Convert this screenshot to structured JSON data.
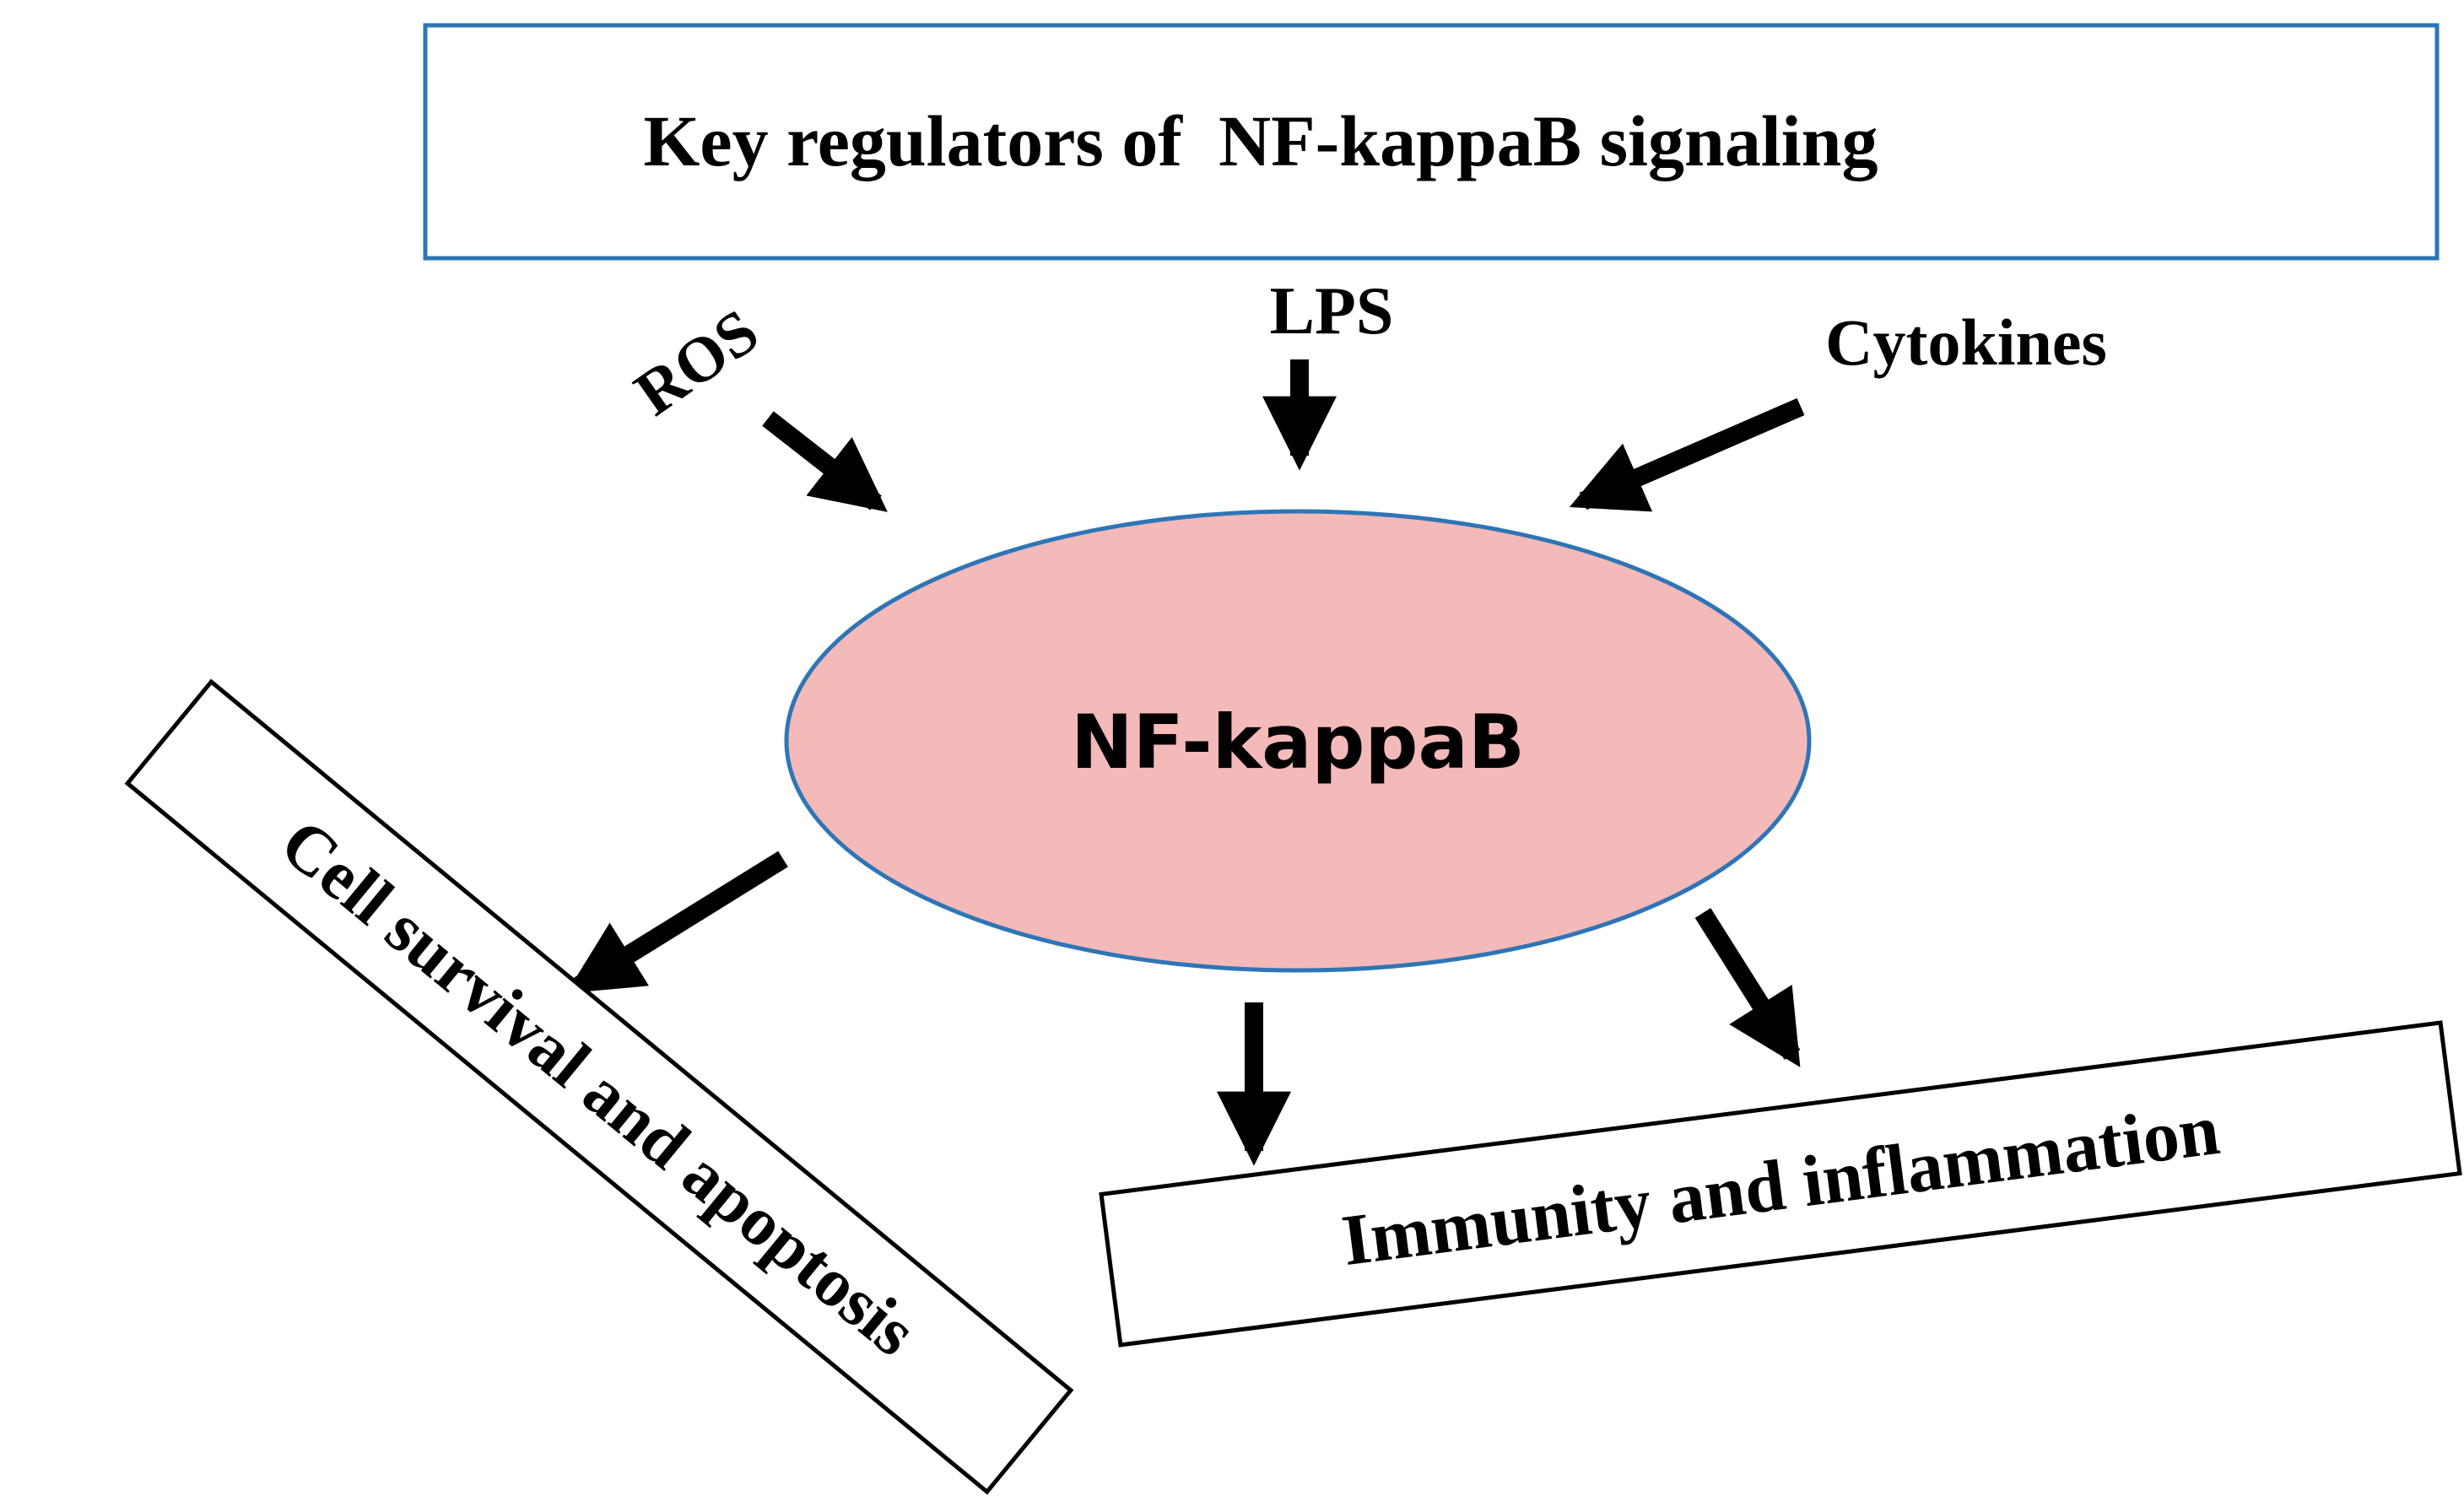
{
  "title": "Key regulators of  NF-kappaB signaling",
  "center_node": {
    "label": "NF-kappaB",
    "fill_color": "#f4b9b9",
    "stroke_color": "#2e75b6"
  },
  "inputs": {
    "ros": "ROS",
    "lps": "LPS",
    "cytokines": "Cytokines"
  },
  "outputs": {
    "cell_survival": "Cell survival and apoptosis",
    "immunity": "Immunity and inflammation"
  },
  "colors": {
    "title_box_border": "#2e75b6",
    "outcome_box_border": "#000000",
    "arrow": "#000000"
  }
}
